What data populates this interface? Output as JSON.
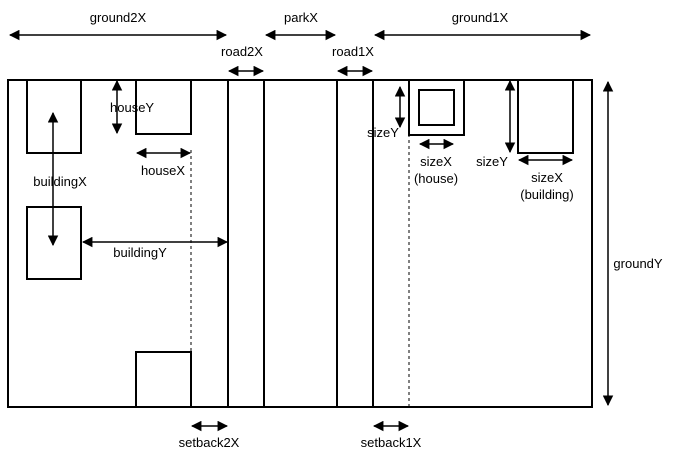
{
  "labels": {
    "ground2X": "ground2X",
    "parkX": "parkX",
    "ground1X": "ground1X",
    "road2X": "road2X",
    "road1X": "road1X",
    "houseY": "houseY",
    "houseX": "houseX",
    "buildingX": "buildingX",
    "buildingY": "buildingY",
    "sizeY_house": "sizeY",
    "sizeX_house": "sizeX",
    "sizeX_house_note": "(house)",
    "sizeY_building": "sizeY",
    "sizeX_building": "sizeX",
    "sizeX_building_note": "(building)",
    "groundY": "groundY",
    "setback2X": "setback2X",
    "setback1X": "setback1X"
  }
}
